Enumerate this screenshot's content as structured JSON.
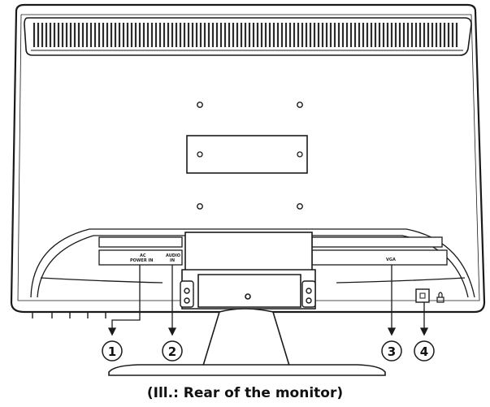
{
  "caption": "(Ill.: Rear of the monitor)",
  "ports": {
    "power_top": "AC",
    "power": "POWER IN",
    "audio_top": "AUDIO",
    "audio": "IN",
    "vga": "VGA"
  },
  "callouts": [
    {
      "id": "1",
      "label": "①"
    },
    {
      "id": "2",
      "label": "②"
    },
    {
      "id": "3",
      "label": "③"
    },
    {
      "id": "4",
      "label": "④"
    }
  ],
  "colors": {
    "stroke": "#1a1a1a",
    "fill": "#ffffff",
    "vent": "#2b2b2b"
  }
}
